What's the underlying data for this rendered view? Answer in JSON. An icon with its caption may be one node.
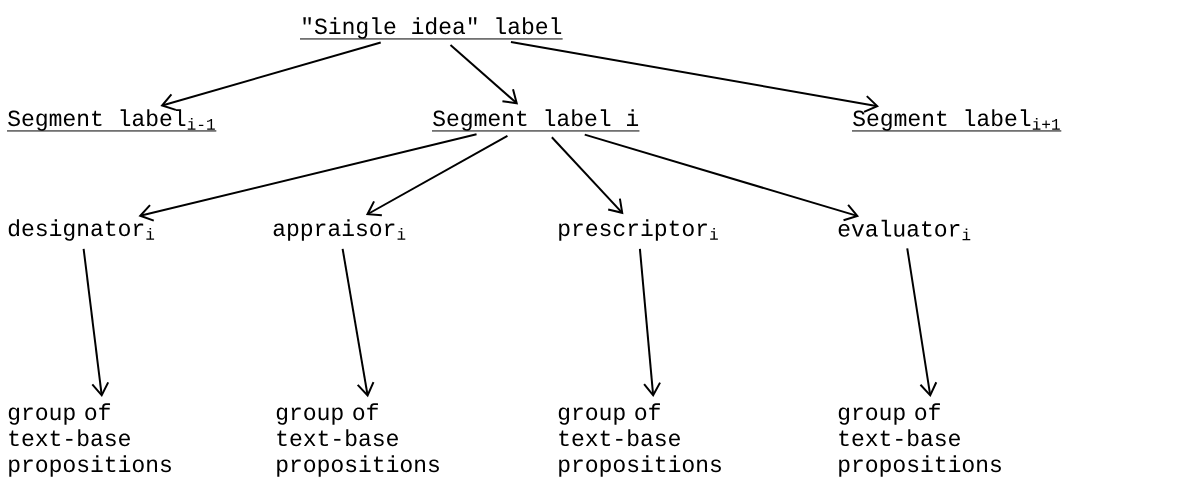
{
  "diagram": {
    "nodes": [
      {
        "text": [
          "\"Single idea\" label"
        ]
      },
      {
        "text": [
          "Segment label$_{i-1}$"
        ]
      },
      {
        "text": [
          "Segment label i"
        ]
      },
      {
        "text": [
          "Segment label$_{i+1}$"
        ]
      },
      {
        "text": [
          "designator$_{i}$"
        ]
      },
      {
        "text": [
          "appraisor$_{i}$"
        ]
      },
      {
        "text": [
          "prescriptor$_{i}$"
        ]
      },
      {
        "text": [
          "evaluator$_{i}$"
        ]
      },
      {
        "text": [
          "group of text-base propositions"
        ]
      },
      {
        "text": [
          "group of text-base propositions"
        ]
      },
      {
        "text": [
          "group of text-base propositions"
        ]
      },
      {
        "text": [
          "group of text-base propositions"
        ]
      }
    ],
    "edges": [
      {
        "from": 0,
        "to": 1,
        "arrow": "to"
      },
      {
        "from": 0,
        "to": 2,
        "arrow": "to"
      },
      {
        "from": 0,
        "to": 3,
        "arrow": "to"
      },
      {
        "from": 2,
        "to": 4,
        "arrow": "to"
      },
      {
        "from": 2,
        "to": 5,
        "arrow": "to"
      },
      {
        "from": 2,
        "to": 6,
        "arrow": "to"
      },
      {
        "from": 2,
        "to": 7,
        "arrow": "to"
      },
      {
        "from": 4,
        "to": 8,
        "arrow": "to"
      },
      {
        "from": 5,
        "to": 9,
        "arrow": "to"
      },
      {
        "from": 6,
        "to": 10,
        "arrow": "to"
      },
      {
        "from": 7,
        "to": 11,
        "arrow": "to"
      }
    ]
  }
}
